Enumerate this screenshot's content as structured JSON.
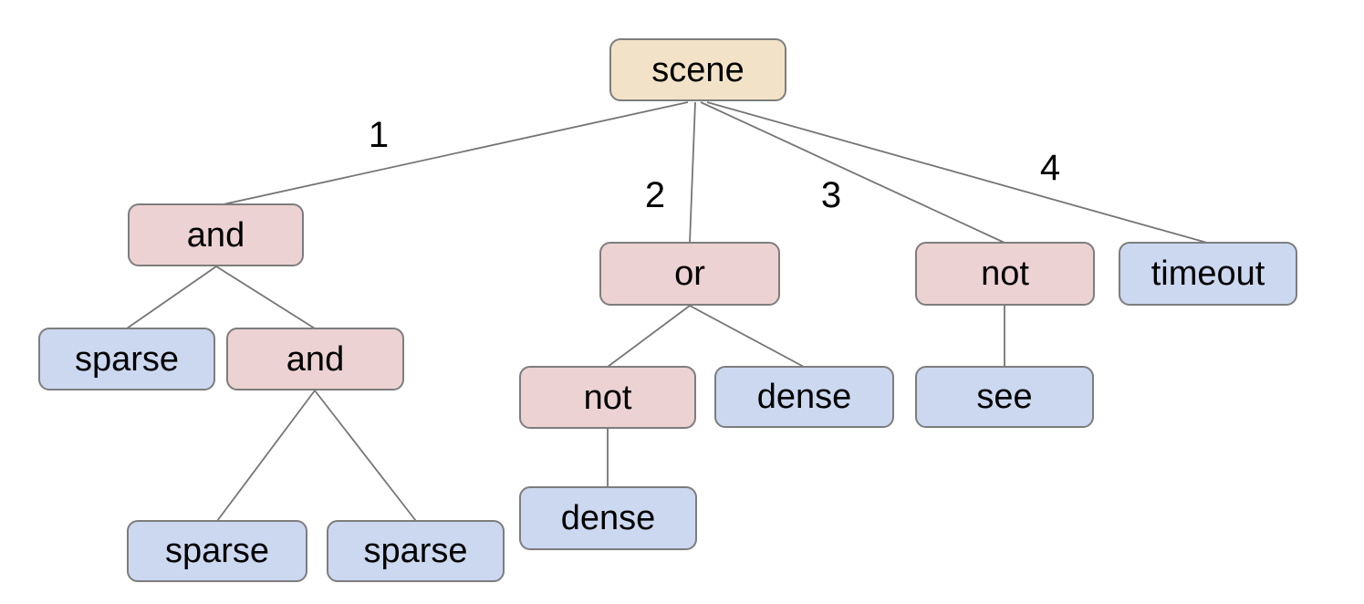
{
  "palette": {
    "background": "#ffffff",
    "root_fill": "#f2e3c8",
    "operator_fill": "#ecd2d2",
    "leaf_fill": "#ccd8f0",
    "node_border": "#7d7d7d",
    "edge_color": "#757575",
    "text_color": "#000000"
  },
  "nodes": [
    {
      "id": "scene",
      "label": "scene",
      "role": "root"
    },
    {
      "id": "and-1",
      "label": "and",
      "role": "operator"
    },
    {
      "id": "or-1",
      "label": "or",
      "role": "operator"
    },
    {
      "id": "not-1",
      "label": "not",
      "role": "operator"
    },
    {
      "id": "timeout",
      "label": "timeout",
      "role": "leaf"
    },
    {
      "id": "sparse-1",
      "label": "sparse",
      "role": "leaf"
    },
    {
      "id": "and-2",
      "label": "and",
      "role": "operator"
    },
    {
      "id": "not-2",
      "label": "not",
      "role": "operator"
    },
    {
      "id": "dense-1",
      "label": "dense",
      "role": "leaf"
    },
    {
      "id": "see",
      "label": "see",
      "role": "leaf"
    },
    {
      "id": "dense-2",
      "label": "dense",
      "role": "leaf"
    },
    {
      "id": "sparse-2",
      "label": "sparse",
      "role": "leaf"
    },
    {
      "id": "sparse-3",
      "label": "sparse",
      "role": "leaf"
    }
  ],
  "edge_labels": [
    {
      "text": "1"
    },
    {
      "text": "2"
    },
    {
      "text": "3"
    },
    {
      "text": "4"
    }
  ],
  "tree": {
    "root": "scene",
    "branches": [
      {
        "branch": "1",
        "node": "and",
        "children": [
          {
            "node": "sparse"
          },
          {
            "node": "and",
            "children": [
              {
                "node": "sparse"
              },
              {
                "node": "sparse"
              }
            ]
          }
        ]
      },
      {
        "branch": "2",
        "node": "or",
        "children": [
          {
            "node": "not",
            "children": [
              {
                "node": "dense"
              }
            ]
          },
          {
            "node": "dense"
          }
        ]
      },
      {
        "branch": "3",
        "node": "not",
        "children": [
          {
            "node": "see"
          }
        ]
      },
      {
        "branch": "4",
        "node": "timeout"
      }
    ]
  }
}
